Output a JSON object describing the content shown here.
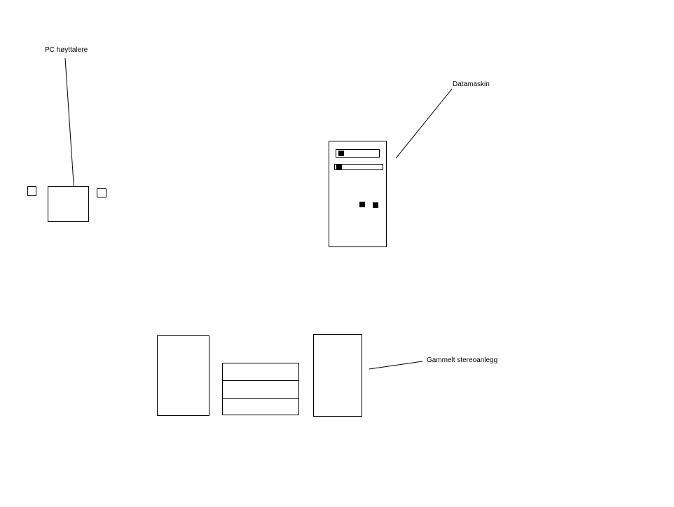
{
  "diagram": {
    "labels": {
      "pc_speakers": "PC høyttalere",
      "computer": "Datamaskin",
      "old_stereo": "Gammelt stereoanlegg"
    },
    "colors": {
      "background": "#ffffff",
      "stroke": "#000000"
    }
  }
}
